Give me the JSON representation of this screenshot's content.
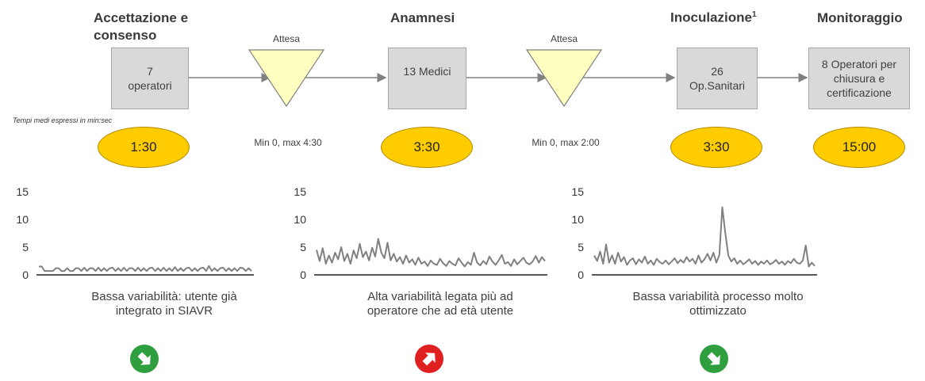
{
  "stages": [
    {
      "title": "Accettazione e consenso",
      "box": "7 operatori",
      "time": "1:30"
    },
    {
      "title": "Anamnesi",
      "box": "13 Medici",
      "time": "3:30"
    },
    {
      "title": "Inoculazione",
      "title_sup": "1",
      "box": "26 Op.Sanitari",
      "time": "3:30"
    },
    {
      "title": "Monitoraggio",
      "box": "8 Operatori per chiusura e certificazione",
      "time": "15:00"
    }
  ],
  "waits": [
    {
      "label": "Attesa",
      "range": "Min 0, max 4:30"
    },
    {
      "label": "Attesa",
      "range": "Min 0, max 2:00"
    }
  ],
  "note": "Tempi medi espressi in min:sec",
  "captions": [
    "Bassa variabilità: utente già integrato in SIAVR",
    "Alta variabilità legata più ad operatore che ad età utente",
    "Bassa variabilità processo molto ottimizzato"
  ],
  "badges": [
    {
      "direction": "down-right",
      "color": "#2e9e3e",
      "icon": "arrow-down-right-icon"
    },
    {
      "direction": "up-right",
      "color": "#e02020",
      "icon": "arrow-up-right-icon"
    },
    {
      "direction": "down-right",
      "color": "#2e9e3e",
      "icon": "arrow-down-right-icon"
    }
  ],
  "colors": {
    "ellipse": "#ffcc00",
    "triangle": "#ffffc0",
    "box": "#d9d9d9",
    "line": "#808080"
  },
  "chart_data": [
    {
      "type": "line",
      "ylim": [
        0,
        15
      ],
      "yticks": [
        "0",
        "5",
        "10",
        "15"
      ],
      "grid": false,
      "series": [
        {
          "values": [
            1.5,
            1.5,
            0.7,
            0.7,
            0.7,
            0.7,
            1.2,
            1.2,
            0.7,
            0.7,
            1.2,
            0.7,
            0.7,
            1.2,
            1.2,
            0.7,
            1.3,
            0.7,
            1.2,
            1.2,
            0.7,
            1.3,
            0.7,
            1.2,
            0.7,
            1.2,
            1.3,
            0.7,
            1.2,
            0.7,
            1.3,
            0.7,
            1.2,
            1.2,
            0.7,
            1.3,
            0.7,
            1.2,
            0.7,
            1.2,
            1.3,
            0.7,
            1.2,
            0.7,
            1.3,
            0.7,
            1.2,
            0.7,
            1.4,
            0.7,
            1.2,
            0.7,
            1.2,
            1.3,
            0.7,
            1.2,
            0.7,
            1.2,
            1.3,
            0.7,
            1.6,
            0.7,
            1.2,
            0.7,
            1.2,
            1.3,
            0.7,
            1.2,
            0.7,
            1.2,
            0.7,
            1.3,
            1.2,
            0.7,
            1.2,
            0.7
          ]
        }
      ]
    },
    {
      "type": "line",
      "ylim": [
        0,
        15
      ],
      "yticks": [
        "0",
        "5",
        "10",
        "15"
      ],
      "grid": false,
      "series": [
        {
          "values": [
            4.5,
            2.5,
            4.8,
            2.0,
            3.5,
            2.2,
            4.0,
            2.8,
            5.0,
            2.5,
            3.8,
            2.0,
            4.4,
            3.0,
            5.6,
            3.2,
            4.2,
            2.6,
            4.9,
            3.3,
            6.5,
            4.0,
            3.0,
            5.8,
            2.6,
            3.8,
            2.4,
            3.2,
            2.0,
            3.5,
            2.2,
            2.8,
            1.8,
            3.1,
            2.0,
            2.4,
            1.6,
            2.6,
            2.0,
            1.8,
            2.9,
            2.1,
            1.6,
            2.5,
            2.0,
            1.7,
            3.0,
            2.2,
            1.5,
            2.3,
            1.8,
            4.0,
            2.2,
            1.7,
            2.5,
            1.9,
            3.3,
            2.4,
            1.8,
            2.6,
            3.6,
            2.0,
            2.3,
            1.6,
            2.8,
            1.9,
            2.5,
            3.1,
            2.2,
            1.9,
            2.4,
            3.4,
            2.2,
            3.2,
            2.5
          ]
        }
      ]
    },
    {
      "type": "line",
      "ylim": [
        0,
        15
      ],
      "yticks": [
        "0",
        "5",
        "10",
        "15"
      ],
      "grid": false,
      "series": [
        {
          "values": [
            3.5,
            2.5,
            4.2,
            2.0,
            5.5,
            2.2,
            3.5,
            2.0,
            4.0,
            2.4,
            3.2,
            1.8,
            2.6,
            3.0,
            1.9,
            2.8,
            2.2,
            3.3,
            2.0,
            2.6,
            1.8,
            2.9,
            2.3,
            2.0,
            2.6,
            1.9,
            2.4,
            3.0,
            2.1,
            2.7,
            2.2,
            3.2,
            2.4,
            2.9,
            2.0,
            3.5,
            2.2,
            2.8,
            3.8,
            2.6,
            4.0,
            2.2,
            3.6,
            12.2,
            7.5,
            3.5,
            2.4,
            3.0,
            2.0,
            2.6,
            1.9,
            2.3,
            2.8,
            2.0,
            2.5,
            1.8,
            2.4,
            2.0,
            2.6,
            1.9,
            2.2,
            2.7,
            2.0,
            2.4,
            1.8,
            2.5,
            2.1,
            2.9,
            2.2,
            2.0,
            2.6,
            5.3,
            1.5,
            2.2,
            1.6
          ]
        }
      ]
    }
  ]
}
